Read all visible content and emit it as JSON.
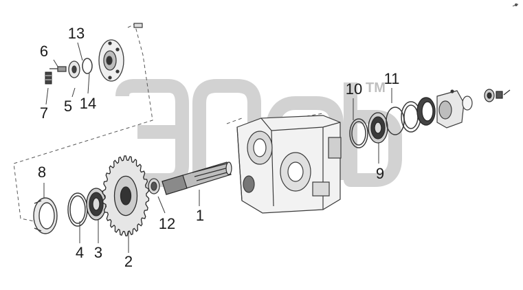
{
  "diagram": {
    "watermark": {
      "tm": "TM",
      "logo_color": "#cfcfcf"
    },
    "stroke_color": "#3a3a3a",
    "callouts": [
      {
        "id": "c1",
        "label": "1"
      },
      {
        "id": "c2",
        "label": "2"
      },
      {
        "id": "c3",
        "label": "3"
      },
      {
        "id": "c4",
        "label": "4"
      },
      {
        "id": "c5",
        "label": "5"
      },
      {
        "id": "c6",
        "label": "6"
      },
      {
        "id": "c7",
        "label": "7"
      },
      {
        "id": "c8",
        "label": "8"
      },
      {
        "id": "c9",
        "label": "9"
      },
      {
        "id": "c10",
        "label": "10"
      },
      {
        "id": "c11",
        "label": "11"
      },
      {
        "id": "c12",
        "label": "12"
      },
      {
        "id": "c13",
        "label": "13"
      },
      {
        "id": "c14",
        "label": "14"
      }
    ]
  }
}
